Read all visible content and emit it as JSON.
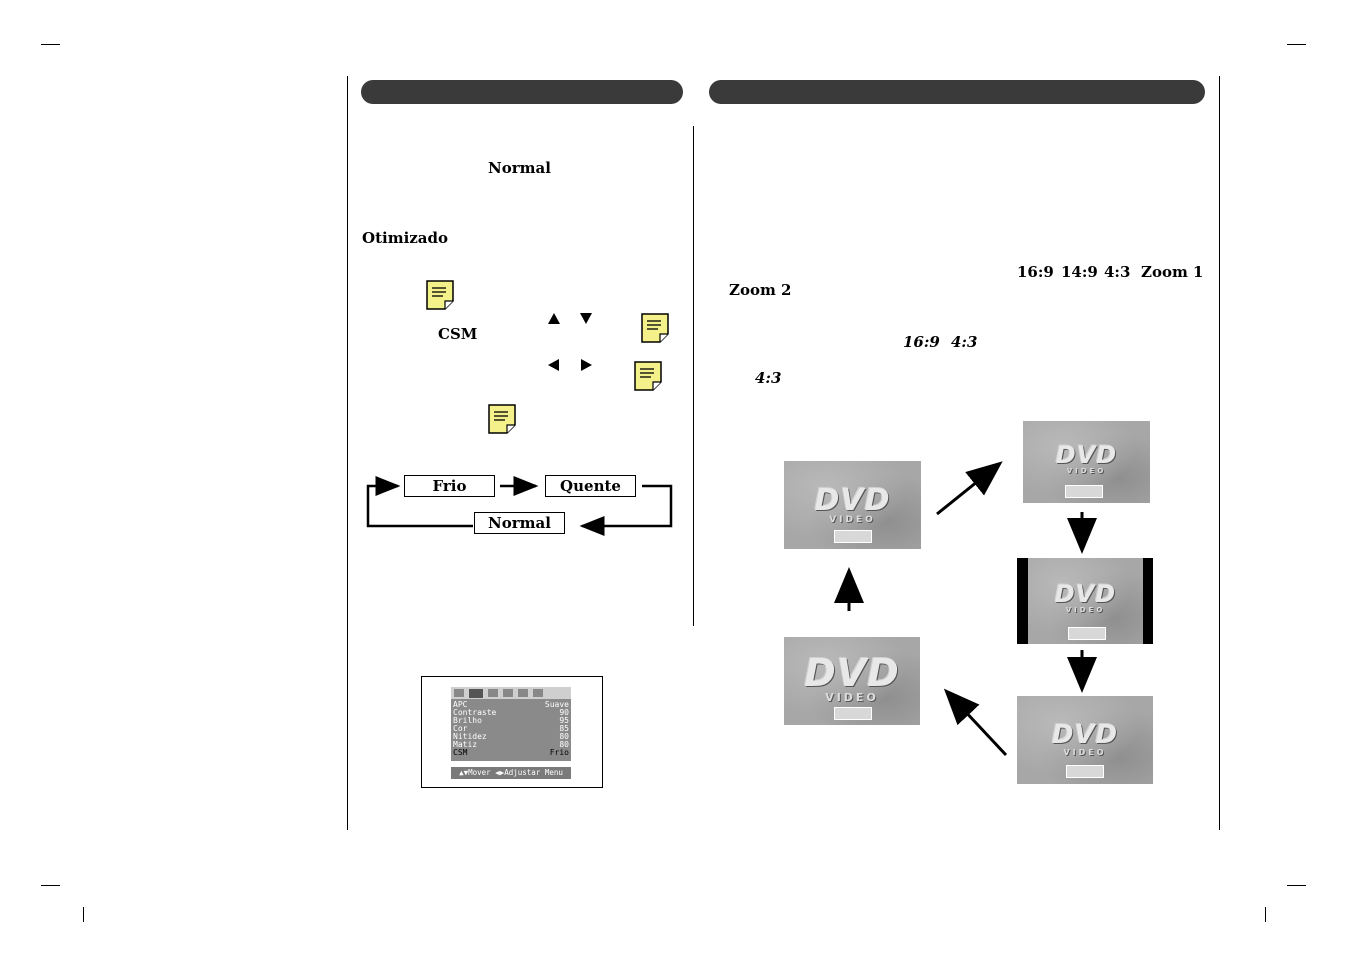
{
  "left": {
    "normal_word": "Normal",
    "otimizado_word": "Otimizado",
    "csm_word": "CSM",
    "cycle": {
      "frio": "Frio",
      "quente": "Quente",
      "normal": "Normal"
    }
  },
  "osd_menu": {
    "rows": [
      {
        "label": "APC",
        "value": "Suave"
      },
      {
        "label": "Contraste",
        "value": "90"
      },
      {
        "label": "Brilho",
        "value": "95"
      },
      {
        "label": "Cor",
        "value": "85"
      },
      {
        "label": "Nitidez",
        "value": "80"
      },
      {
        "label": "Matiz",
        "value": "80"
      },
      {
        "label": "CSM",
        "value": "Frio"
      }
    ],
    "footer": "▲▼Mover ◀▶Adjustar Menu"
  },
  "right": {
    "formats": {
      "f169": "16:9",
      "f149": "14:9",
      "f43": "4:3",
      "zoom1": "Zoom 1",
      "zoom2": "Zoom 2"
    },
    "italic_169": "16:9",
    "italic_43a": "4:3",
    "italic_43b": "4:3"
  },
  "screens": {
    "logo": "DVD",
    "sub": "VIDEO"
  },
  "colors": {
    "header_bar": "#3a3a3a",
    "note_yellow": "#f4f08a"
  }
}
